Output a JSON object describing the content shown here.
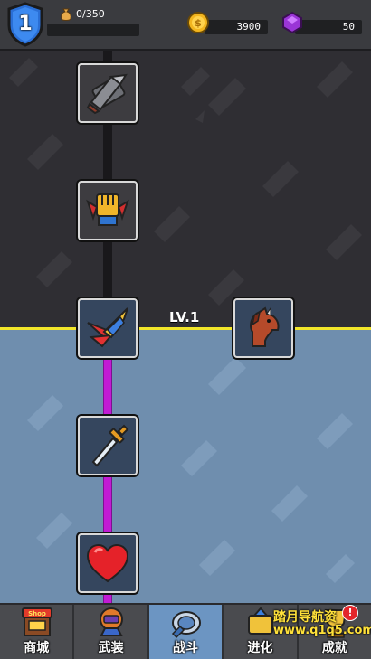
{
  "header": {
    "level": "1",
    "xp_text": "0/350",
    "coins": "3900",
    "gems": "50"
  },
  "tree": {
    "level_label": "LV.1",
    "nodes": [
      {
        "name": "bullet"
      },
      {
        "name": "fist"
      },
      {
        "name": "drill"
      },
      {
        "name": "horse"
      },
      {
        "name": "sword"
      },
      {
        "name": "heart"
      }
    ]
  },
  "nav": {
    "tabs": [
      {
        "label": "商城",
        "icon": "shop-icon",
        "sign": "Shop"
      },
      {
        "label": "武装",
        "icon": "armor-icon"
      },
      {
        "label": "战斗",
        "icon": "battle-icon"
      },
      {
        "label": "进化",
        "icon": "evolve-icon"
      },
      {
        "label": "成就",
        "icon": "achievement-icon",
        "badge": "!"
      }
    ]
  },
  "watermark": {
    "line1": "踏月导航资",
    "line2": "www.q1q5.com"
  },
  "colors": {
    "divider": "#f2e62a",
    "active_track": "#c11cd4",
    "active_tab": "#6c95c2"
  }
}
